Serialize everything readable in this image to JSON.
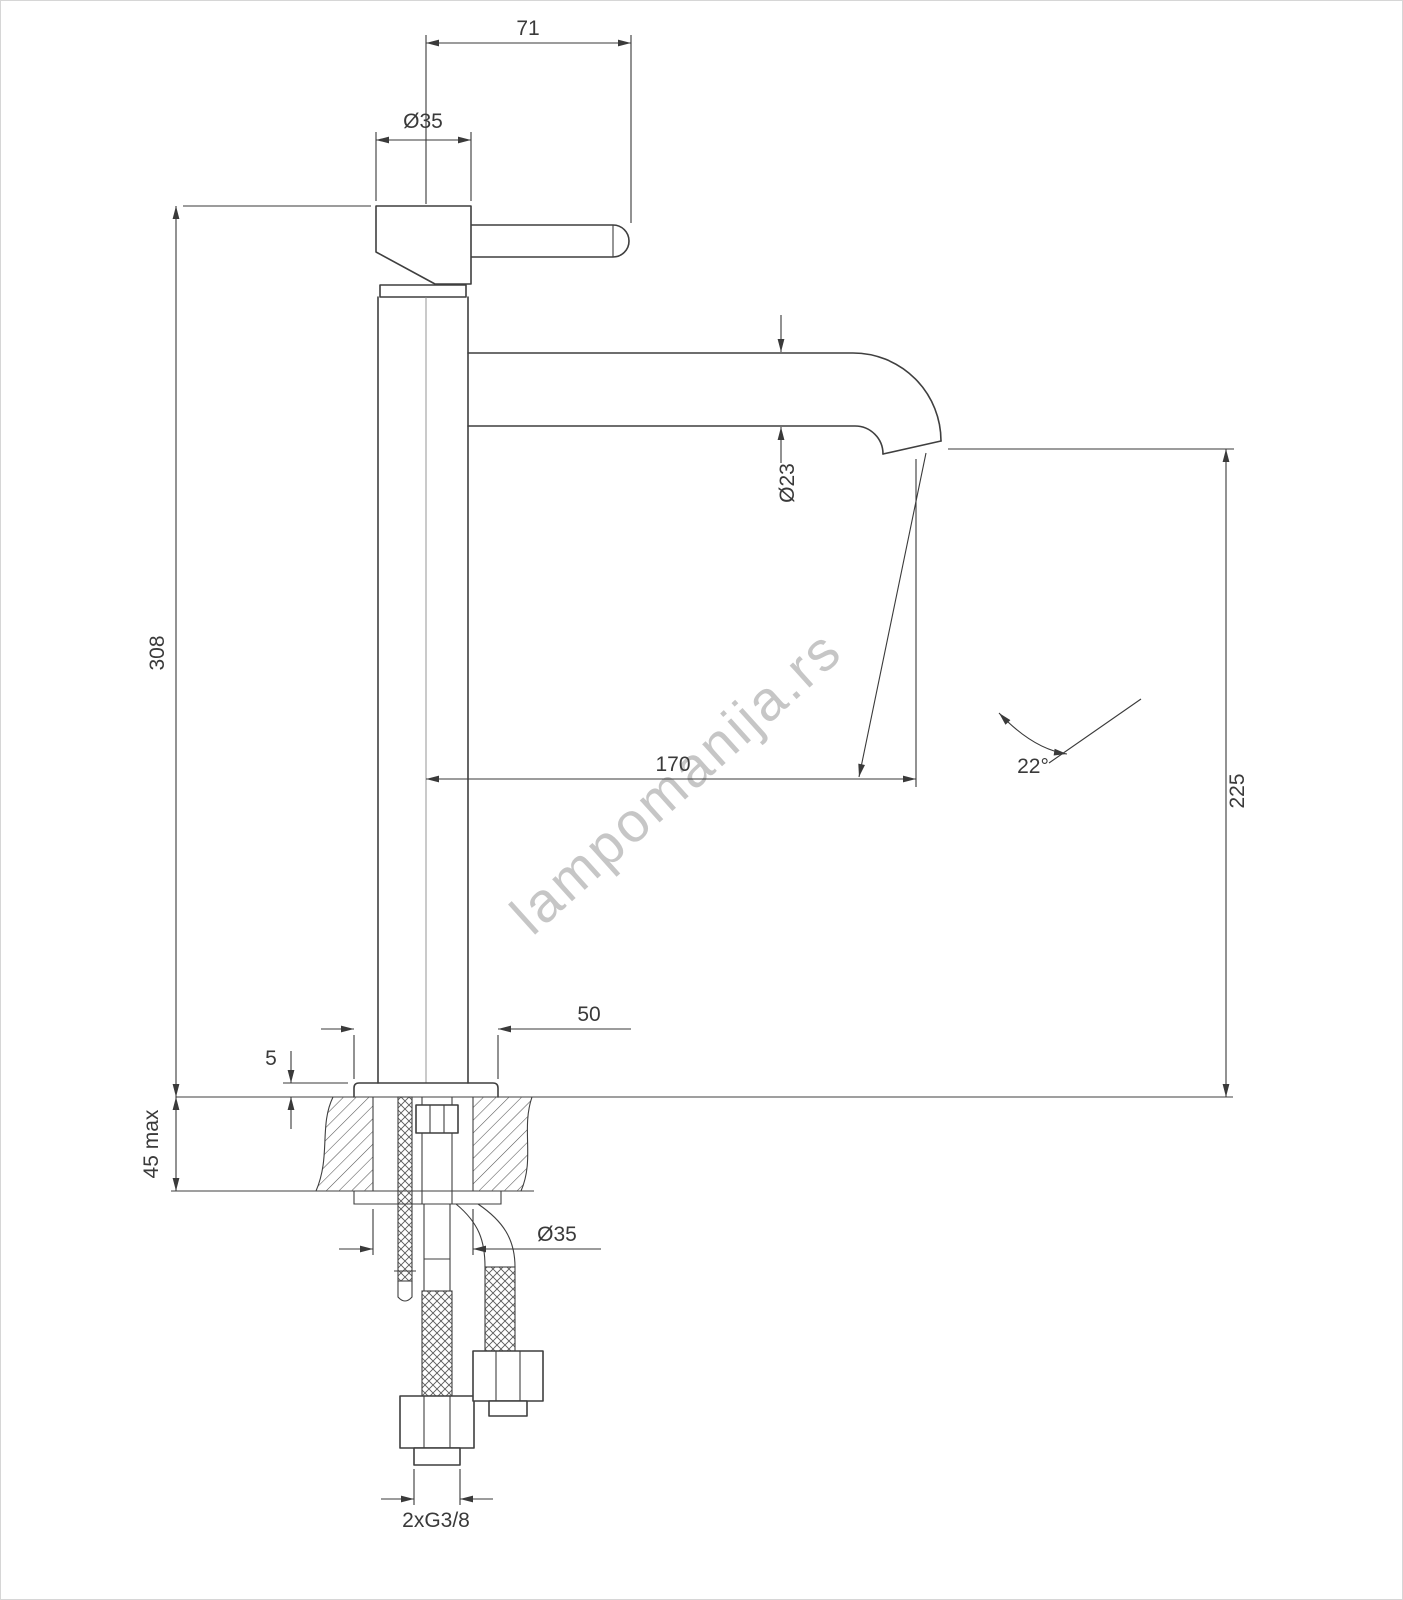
{
  "watermark": "lampomanija.rs",
  "dims": {
    "handle_length": "71",
    "top_diameter": "Ø35",
    "body_height": "308",
    "spout_diameter": "Ø23",
    "spout_reach": "170",
    "stream_angle": "22°",
    "spout_height": "225",
    "base_width": "50",
    "base_plate_thickness": "5",
    "counter_thickness": "45 max",
    "hole_diameter": "Ø35",
    "supply_connection": "2xG3/8"
  }
}
